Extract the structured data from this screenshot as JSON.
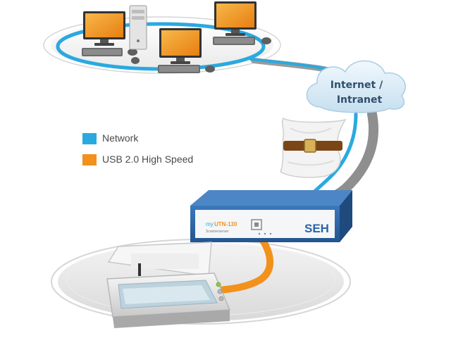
{
  "legend": {
    "items": [
      {
        "label": "Network",
        "color": "#2aa9e0"
      },
      {
        "label": "USB 2.0 High Speed",
        "color": "#f2911b"
      }
    ]
  },
  "cloud": {
    "line1": "Internet /",
    "line2": "Intranet"
  },
  "device": {
    "brand": "SEH",
    "model_prefix": "my",
    "model_name": "UTN-130",
    "subtitle": "Scannerserver"
  },
  "colors": {
    "network": "#2aa9e0",
    "usb": "#f2911b",
    "device_blue": "#2f67a8",
    "cloud": "#dcecf7",
    "floor": "#e6e6e6",
    "monitor_screen": "#f39c23"
  },
  "icons": [
    "desktop-computer-icon",
    "server-icon",
    "cloud-icon",
    "firewall-bag-icon",
    "scanner-icon"
  ]
}
